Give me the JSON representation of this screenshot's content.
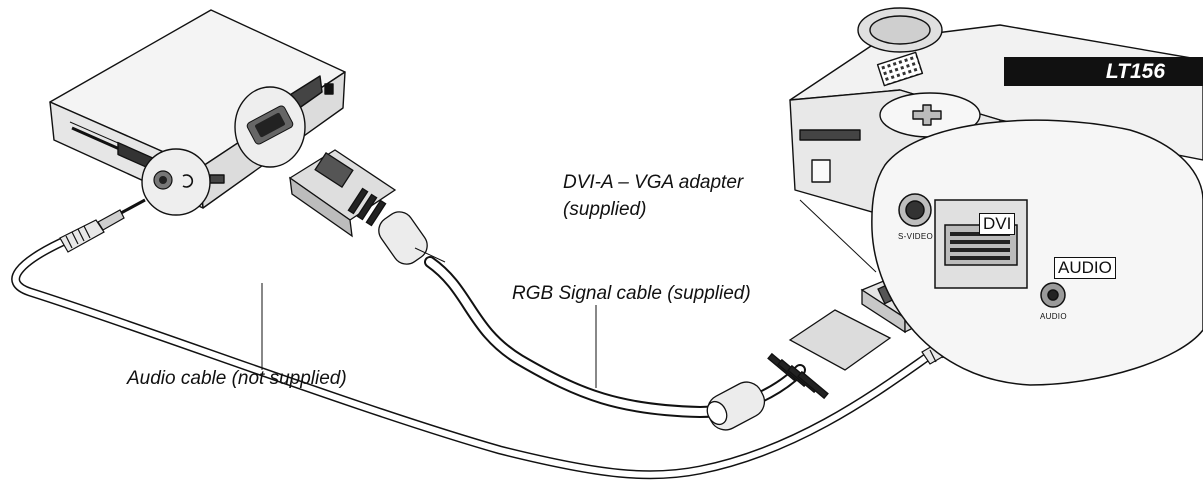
{
  "model_badge": "LT156",
  "labels": {
    "dvi_adapter_line1": "DVI-A – VGA adapter",
    "dvi_adapter_line2": "(supplied)",
    "rgb_cable": "RGB Signal cable (supplied)",
    "audio_cable": "Audio cable (not supplied)"
  },
  "panel": {
    "dvi": "DVI",
    "audio": "AUDIO",
    "audio_small": "AUDIO",
    "svideo": "S-VIDEO"
  }
}
